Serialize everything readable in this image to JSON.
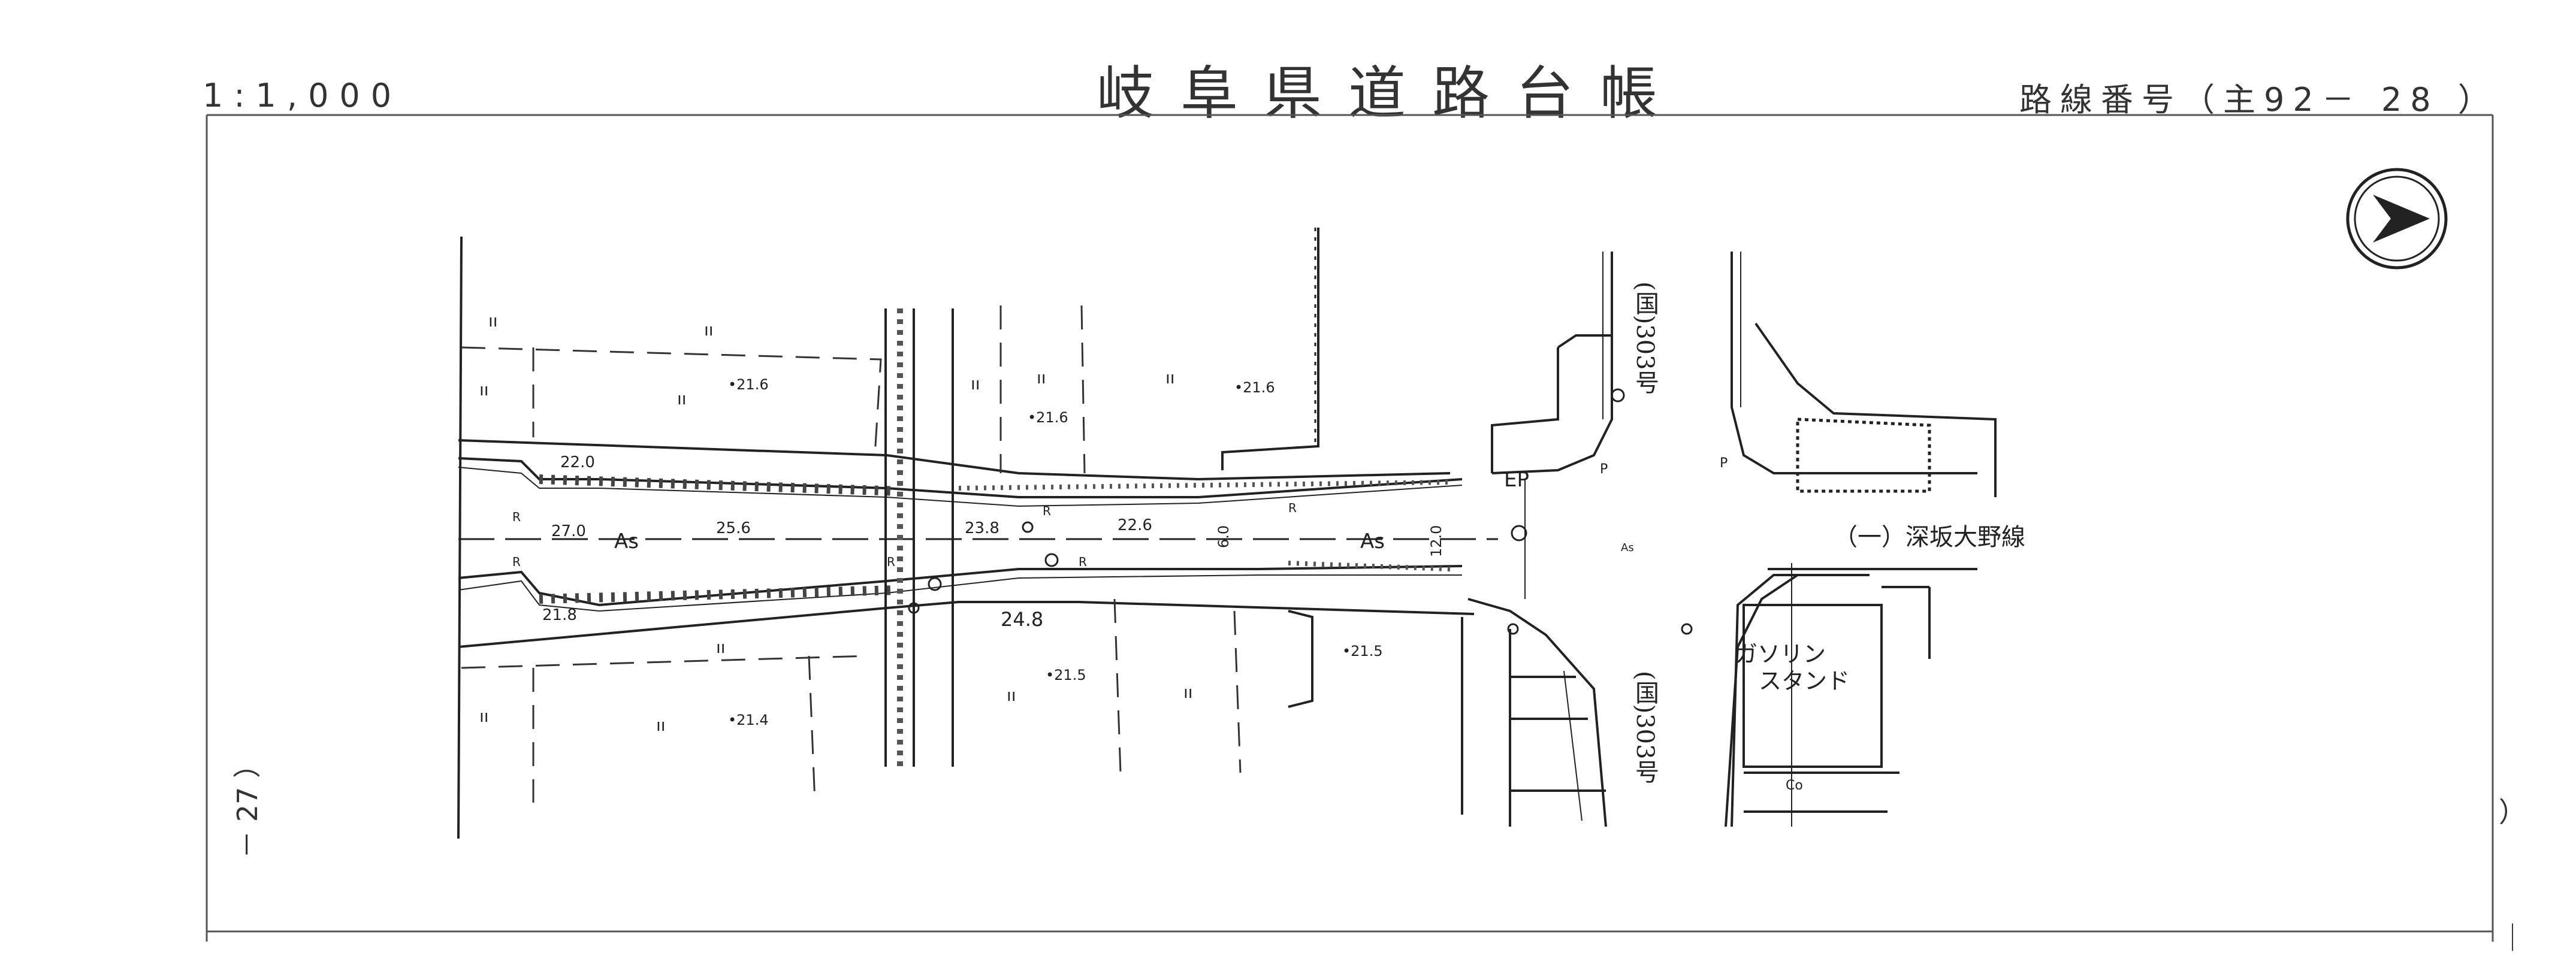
{
  "header": {
    "scale": "1:1,000",
    "title": "岐阜県道路台帳",
    "route_number": "路線番号（主92－ 28 ）"
  },
  "side": {
    "sheet_label": "－ 27 ）",
    "right_mark": "）",
    "right_mark_bottom": "｜"
  },
  "map": {
    "north_arrow": "north-arrow",
    "road_surface": "As",
    "road_surface_side": "As",
    "ep_label": "EP",
    "crossing_route": "（一）深坂大野線",
    "national_road_top": "(国)303号",
    "national_road_bottom": "(国)303号",
    "gas_station_line1": "ガソリン",
    "gas_station_line2": "スタンド",
    "co_label": "Co",
    "p_label_1": "P",
    "p_label_2": "P",
    "elevations": {
      "e1": "•21.6",
      "e2": "•21.6",
      "e3": "•21.6",
      "e4": "•21.5",
      "e5": "•21.5",
      "e6": "•21.4",
      "e7": "21.8",
      "e8": "22.0",
      "e9": "24.8"
    },
    "widths": {
      "w1": "27.0",
      "w2": "25.6",
      "w3": "23.8",
      "w4": "22.6",
      "w5": "6.0",
      "w6": "12.0"
    },
    "field_marks": {
      "m1": "ıı",
      "m2": "ıı",
      "m3": "ıı",
      "m4": "ıı",
      "m5": "ıı",
      "m6": "ıı",
      "m7": "ıı",
      "m8": "ıı",
      "m9": "ıı",
      "m10": "ıı",
      "m11": "ıı",
      "m12": "ıı"
    },
    "r_marks": [
      "R",
      "R",
      "R",
      "R",
      "R",
      "R"
    ]
  }
}
